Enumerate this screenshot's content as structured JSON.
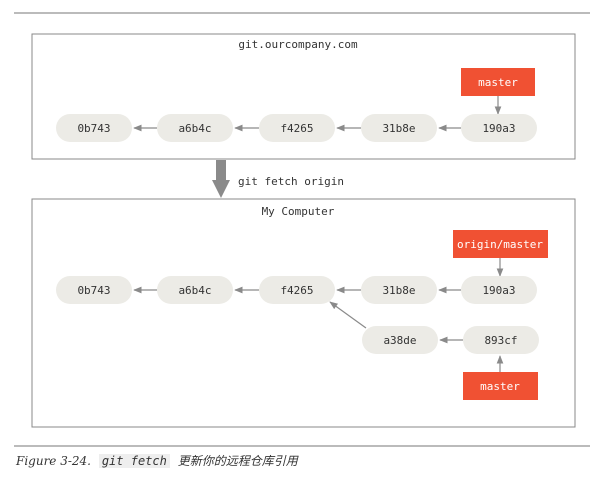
{
  "colors": {
    "commit_fill": "#ecebe6",
    "commit_text": "#333333",
    "ref_fill": "#f05133",
    "ref_text": "#ffffff",
    "arrow": "#8a8a8a",
    "box_border": "#888888",
    "rule": "#777777"
  },
  "remote": {
    "title": "git.ourcompany.com",
    "commits": [
      "0b743",
      "a6b4c",
      "f4265",
      "31b8e",
      "190a3"
    ],
    "ref": "master"
  },
  "fetch_command": "git fetch origin",
  "local": {
    "title": "My Computer",
    "commits": [
      "0b743",
      "a6b4c",
      "f4265",
      "31b8e",
      "190a3"
    ],
    "branch_commits": [
      "a38de",
      "893cf"
    ],
    "remote_ref": "origin/master",
    "ref": "master"
  },
  "caption": {
    "figure": "Figure 3-24.",
    "code": "git fetch",
    "text": "更新你的远程仓库引用"
  }
}
